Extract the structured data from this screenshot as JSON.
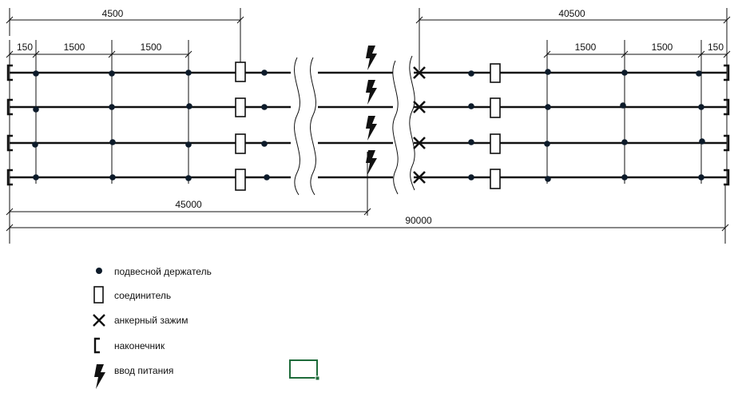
{
  "dimensions": {
    "top_left": "4500",
    "top_right": "40500",
    "sub_left": [
      "150",
      "1500",
      "1500"
    ],
    "sub_right": [
      "1500",
      "1500",
      "150"
    ],
    "bottom_mid": "45000",
    "bottom_total": "90000"
  },
  "legend": [
    {
      "icon": "hanger-dot-icon",
      "label": "подвесной держатель"
    },
    {
      "icon": "connector-rect-icon",
      "label": "соединитель"
    },
    {
      "icon": "anchor-clamp-x-icon",
      "label": "анкерный зажим"
    },
    {
      "icon": "end-cap-bracket-icon",
      "label": "наконечник"
    },
    {
      "icon": "lightning-power-icon",
      "label": "ввод питания"
    }
  ],
  "colors": {
    "line": "#111111",
    "dot": "#0d1b2a",
    "selection": "#1e6b3a"
  }
}
